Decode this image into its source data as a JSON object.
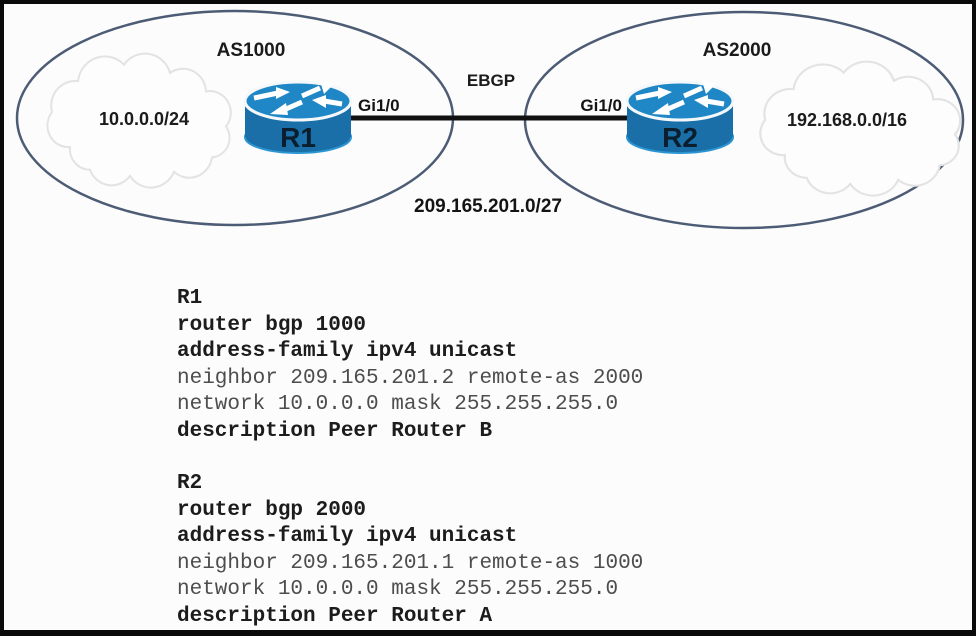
{
  "diagram": {
    "left_as": {
      "name": "AS1000",
      "cloud_network": "10.0.0.0/24",
      "router_label": "R1",
      "interface_label": "Gi1/0"
    },
    "right_as": {
      "name": "AS2000",
      "cloud_network": "192.168.0.0/16",
      "router_label": "R2",
      "interface_label": "Gi1/0"
    },
    "link": {
      "protocol_label": "EBGP",
      "subnet_label": "209.165.201.0/27"
    }
  },
  "configs": [
    {
      "title": "R1",
      "lines": [
        {
          "text": "router bgp 1000",
          "emphasis": "bold"
        },
        {
          "text": "address-family ipv4 unicast",
          "emphasis": "bold"
        },
        {
          "text": "neighbor 209.165.201.2 remote-as 2000",
          "emphasis": "normal"
        },
        {
          "text": "network 10.0.0.0 mask 255.255.255.0",
          "emphasis": "normal"
        },
        {
          "text": "description Peer Router B",
          "emphasis": "bold"
        }
      ]
    },
    {
      "title": "R2",
      "lines": [
        {
          "text": "router bgp 2000",
          "emphasis": "bold"
        },
        {
          "text": "address-family ipv4 unicast",
          "emphasis": "bold"
        },
        {
          "text": "neighbor 209.165.201.1 remote-as 1000",
          "emphasis": "normal"
        },
        {
          "text": "network 10.0.0.0 mask 255.255.255.0",
          "emphasis": "normal"
        },
        {
          "text": "description Peer Router A",
          "emphasis": "bold"
        }
      ]
    }
  ],
  "colors": {
    "router_top": "#1f87c6",
    "router_body": "#1b6fa9",
    "router_rim": "#2b96d2",
    "ellipse_stroke": "#4d5c75",
    "cloud_stroke": "#e3e3e3",
    "link_line": "#111111",
    "config_bold_text": "#1c1c1c",
    "config_normal_text": "#4d4d4d"
  }
}
